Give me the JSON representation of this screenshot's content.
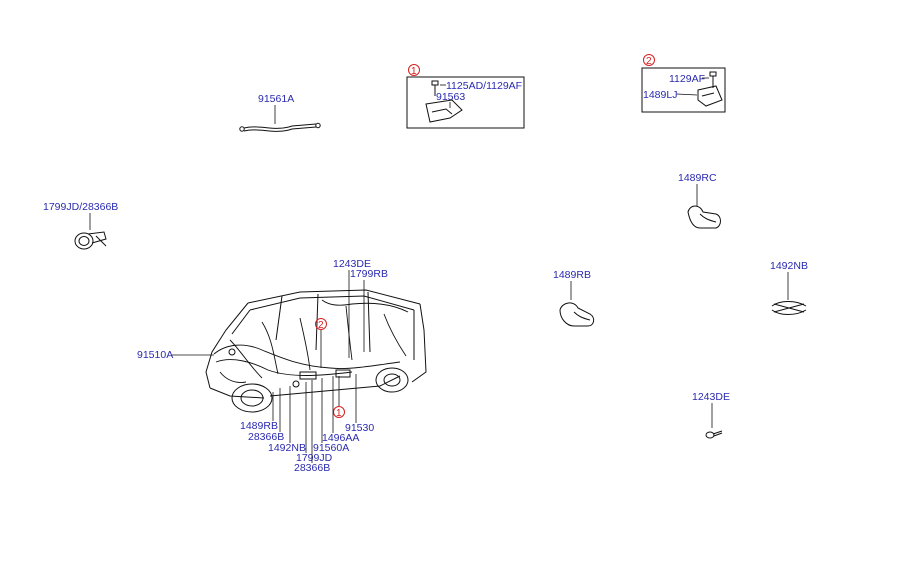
{
  "colors": {
    "label": "#2a2ab0",
    "callout": "#d42020",
    "line": "#111111",
    "background": "#ffffff"
  },
  "callouts": {
    "one": "1",
    "two": "2"
  },
  "detail_box_1": {
    "callout": "1",
    "label_top": "1125AD/1129AF",
    "label_part": "91563"
  },
  "detail_box_2": {
    "callout": "2",
    "label_bolt": "1129AF",
    "label_clip": "1489LJ"
  },
  "parts": {
    "p91561A": "91561A",
    "p1799JD_28366B": "1799JD/28366B",
    "p1489RC": "1489RC",
    "p1489RB": "1489RB",
    "p1492NB": "1492NB",
    "p1243DE": "1243DE"
  },
  "vehicle_labels": {
    "top_1243DE": "1243DE",
    "top_1799RB": "1799RB",
    "left_91510A": "91510A",
    "b_1489RB": "1489RB",
    "b_28366B": "28366B",
    "b_1492NB": "1492NB",
    "b_1799JD": "1799JD",
    "b_28366B_2": "28366B",
    "b_91560A": "91560A",
    "b_1496AA": "1496AA",
    "b_91530": "91530"
  }
}
